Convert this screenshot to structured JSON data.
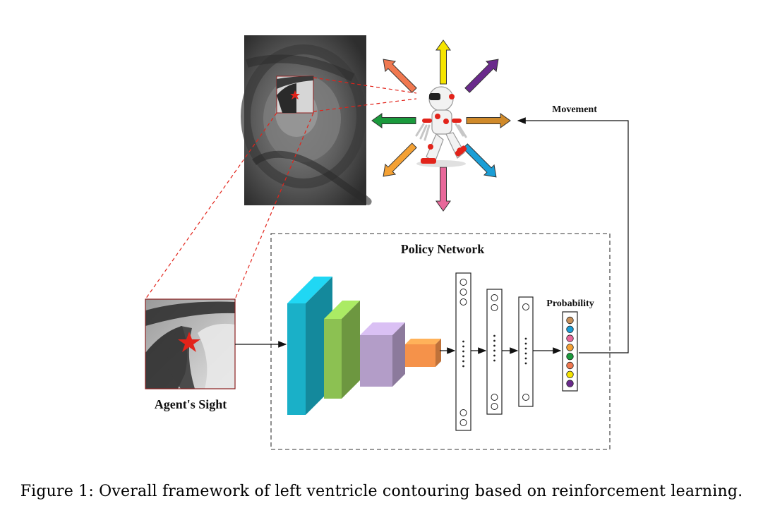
{
  "labels": {
    "movement": "Movement",
    "policy_network": "Policy Network",
    "probability": "Probability",
    "agents_sight": "Agent's Sight"
  },
  "caption": "Figure 1: Overall framework of left ventricle contouring based on reinforcement learning.",
  "action_arrows": [
    {
      "name": "up-arrow",
      "direction": "up",
      "color": "#f5e400"
    },
    {
      "name": "up-right-arrow",
      "direction": "up-right",
      "color": "#6a2a8c"
    },
    {
      "name": "right-arrow",
      "direction": "right",
      "color": "#d08a2a"
    },
    {
      "name": "down-right-arrow",
      "direction": "down-right",
      "color": "#1a9ed6"
    },
    {
      "name": "down-arrow",
      "direction": "down",
      "color": "#e8689a"
    },
    {
      "name": "down-left-arrow",
      "direction": "down-left",
      "color": "#f4a134"
    },
    {
      "name": "left-arrow",
      "direction": "left",
      "color": "#1a9a3c"
    },
    {
      "name": "up-left-arrow",
      "direction": "up-left",
      "color": "#f07850"
    }
  ],
  "conv_blocks": [
    {
      "name": "conv-block-1",
      "color": "#1ab0c8"
    },
    {
      "name": "conv-block-2",
      "color": "#8cc152"
    },
    {
      "name": "conv-block-3",
      "color": "#b39dc8"
    },
    {
      "name": "conv-block-4",
      "color": "#f5924a"
    }
  ],
  "probability_colors": [
    "#c8905a",
    "#1a9ed6",
    "#e8689a",
    "#f4a134",
    "#1a9a3c",
    "#f07850",
    "#f5e400",
    "#6a2a8c"
  ]
}
